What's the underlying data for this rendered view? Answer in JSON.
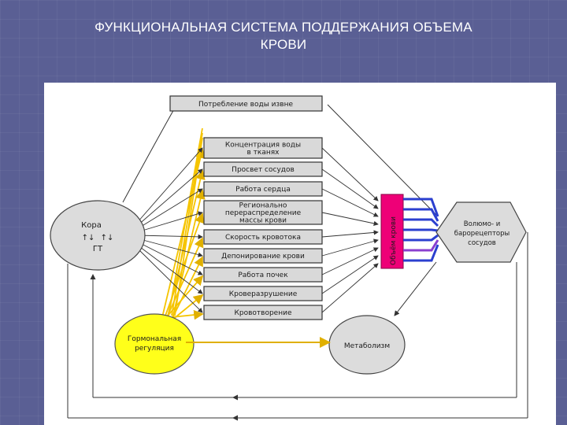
{
  "slide": {
    "title_line1": "ФУНКЦИОНАЛЬНАЯ СИСТЕМА ПОДДЕРЖАНИЯ ОБЪЕМА",
    "title_line2": "КРОВИ"
  },
  "diagram": {
    "top_box": "Потребление воды извне",
    "effectors": [
      [
        "Концентрация воды",
        "в тканях"
      ],
      [
        "Просвет сосудов"
      ],
      [
        "Работа сердца"
      ],
      [
        "Регионально",
        "перераспределение",
        "массы крови"
      ],
      [
        "Скорость кровотока"
      ],
      [
        "Депонирование крови"
      ],
      [
        "Работа почек"
      ],
      [
        "Кроверазрушение"
      ],
      [
        "Кровотворение"
      ]
    ],
    "brain": {
      "top": "Кора",
      "bottom": "ГТ"
    },
    "hormonal": {
      "line1": "Гормональная",
      "line2": "регуляция"
    },
    "metabolism": "Метаболизм",
    "result": "Объём крови",
    "receptors": [
      "Волюмо-  и",
      "барорецепторы",
      "сосудов"
    ],
    "colors": {
      "yellow": "#f5c400",
      "result_bar": "#ee0077",
      "blue_arrows": "#2b3fcf",
      "boxes": "#d9d9d9",
      "circles": "#dcdcdc"
    }
  }
}
